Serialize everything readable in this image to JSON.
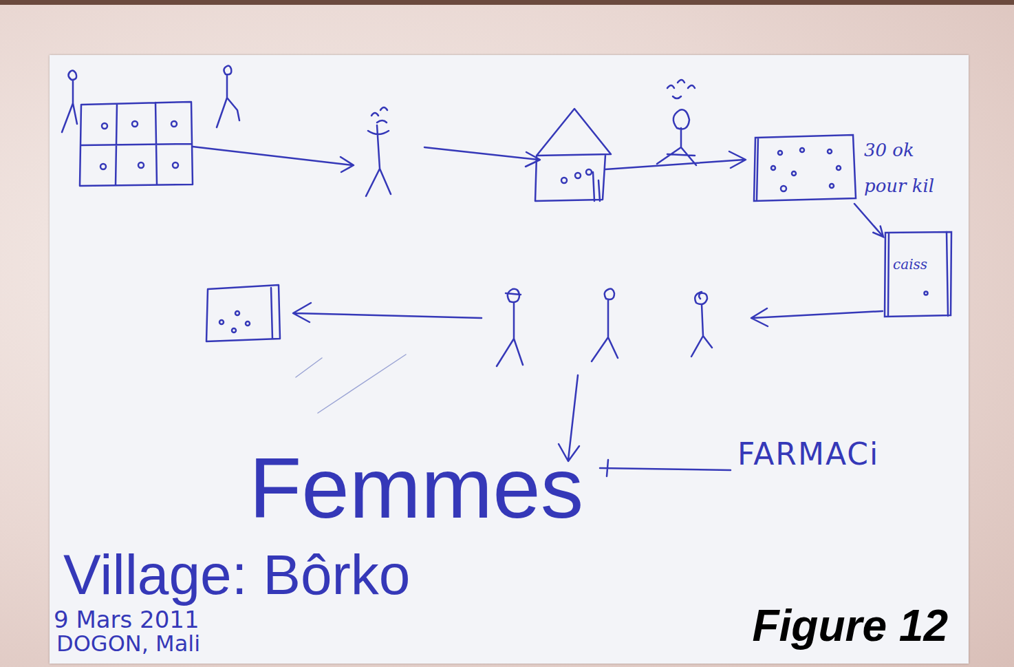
{
  "diagram": {
    "caption": "Figure 12",
    "nodes": [
      {
        "text": [
          "30 ok pour kil"
        ]
      },
      {
        "text": [
          "caiss"
        ]
      }
    ],
    "edges": [
      {
        "from": 0,
        "to": 1,
        "arrow": "to"
      }
    ],
    "labels": [
      "FARMACi",
      "Femmes",
      "Village: Bôrko",
      "9 Mars 2011",
      "DOGON, Mali"
    ]
  }
}
